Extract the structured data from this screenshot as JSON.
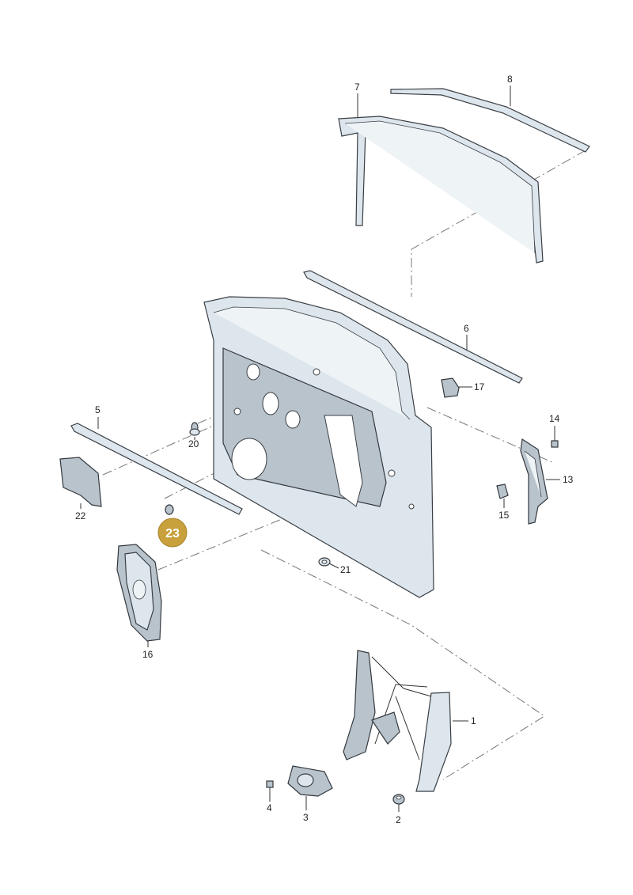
{
  "callouts": {
    "c1": "1",
    "c2": "2",
    "c3": "3",
    "c4": "4",
    "c5": "5",
    "c6": "6",
    "c7": "7",
    "c8": "8",
    "c13": "13",
    "c14": "14",
    "c15": "15",
    "c16": "16",
    "c17": "17",
    "c20": "20",
    "c21": "21",
    "c22": "22"
  },
  "highlight": {
    "label": "23",
    "color": "#c8a03c"
  }
}
